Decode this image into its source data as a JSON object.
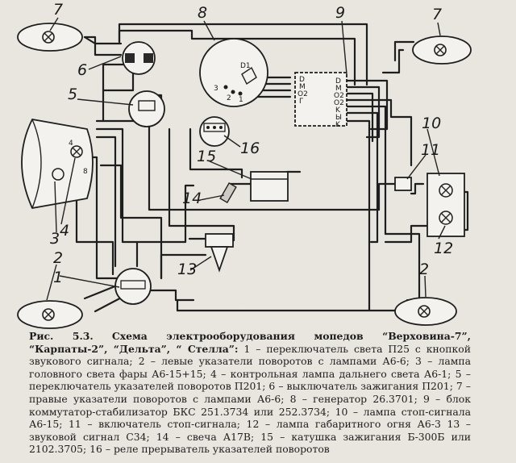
{
  "diagram": {
    "callouts": [
      "7",
      "8",
      "9",
      "6",
      "5",
      "16",
      "7",
      "10",
      "11",
      "15",
      "14",
      "3",
      "4",
      "12",
      "2",
      "13",
      "1",
      "2"
    ],
    "headlight_terminals": [
      "4",
      "8"
    ],
    "generator_terminals": [
      "D1",
      "3",
      "2",
      "1"
    ],
    "block_left_terminals": [
      "D",
      "M",
      "O2",
      "Г"
    ],
    "block_right_terminals": [
      "D",
      "M",
      "O2",
      "O2",
      "K",
      "Ы",
      "K"
    ]
  },
  "caption": {
    "figure": "Рис. 5.3.",
    "title": "Схема электрооборудования мопедов “Верховина-7”, “Карпаты-2”, “Дельта”, “ Стелла”:",
    "legend": "1 – переключатель света П25 с кнопкой звукового сигнала; 2 – левые указатели поворотов с лампами А6-6; 3 – лампа головного света фары А6-15+15; 4 – контрольная лампа дальнего света А6-1; 5 – переключатель указателей поворотов П201; 6 – выключатель зажигания П201; 7 – правые указатели поворотов с лампами А6-6; 8 – генератор 26.3701; 9 – блок коммутатор-стабилизатор БКС 251.3734 или 252.3734; 10 – лампа стоп-сигнала А6-15; 11 – включатель стоп-сигнала; 12 – лампа габаритного огня А6-3 13 – звуковой сигнал С34; 14 – свеча А17В; 15 – катушка зажигания Б-300Б или 2102.3705; 16 – реле прерыватель указателей поворотов"
  }
}
